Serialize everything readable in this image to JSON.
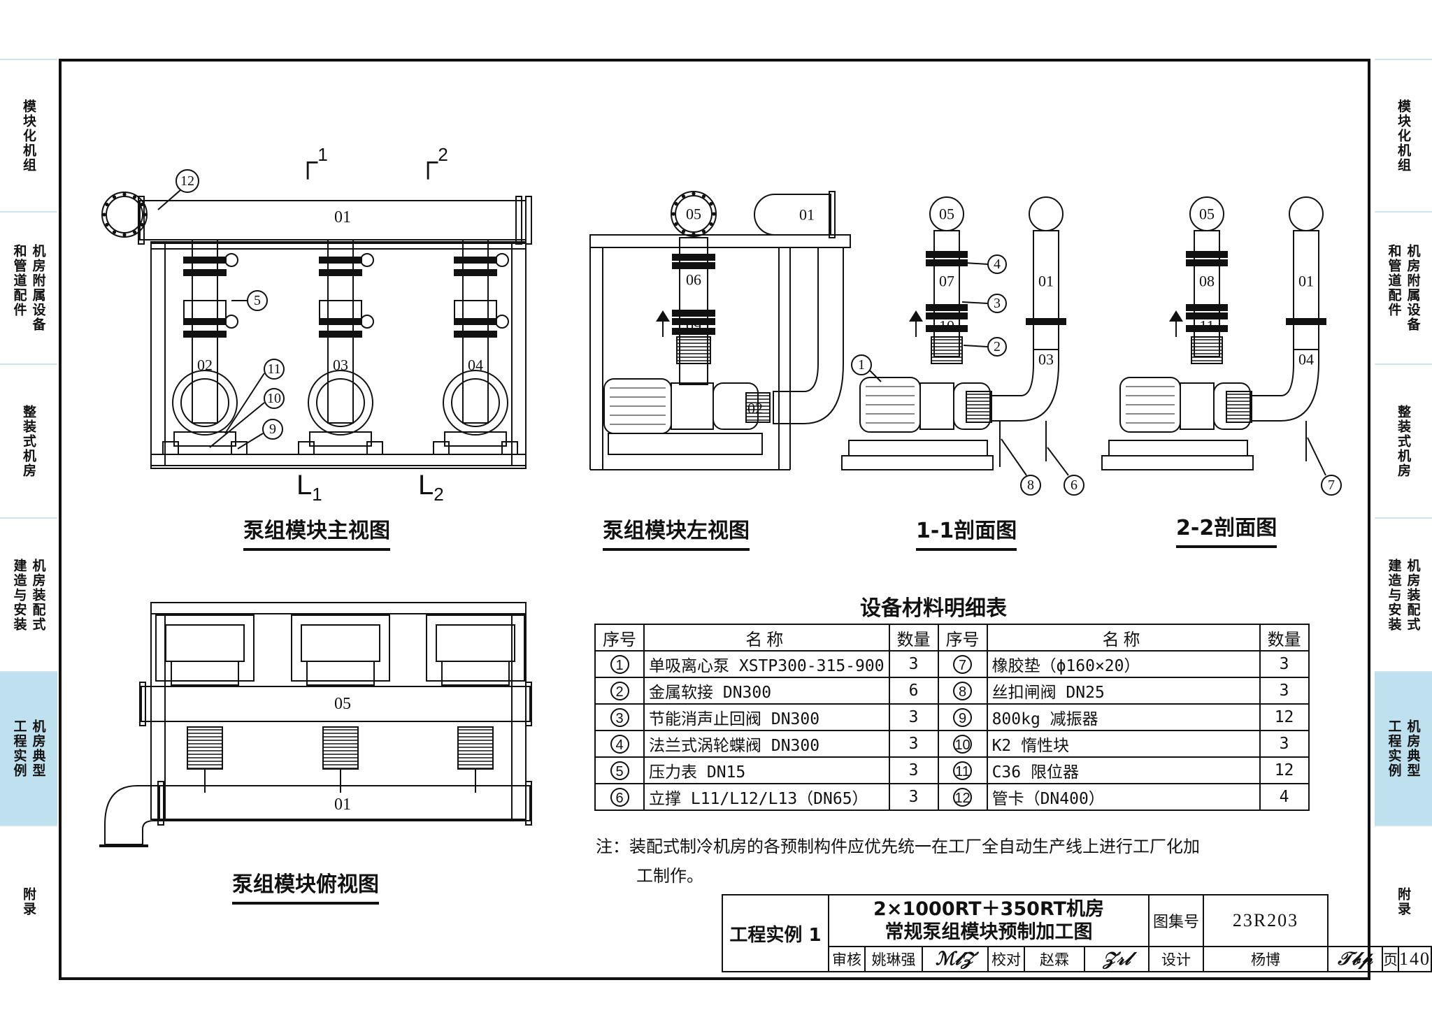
{
  "side_tabs": [
    "模块化机组",
    "机房附属设备和管道配件",
    "整装式机房",
    "机房装配式建造与安装",
    "机房典型工程实例",
    "附录"
  ],
  "active_tab_index": 4,
  "views": {
    "front": {
      "caption": "泵组模块主视图",
      "pipe_labels": [
        "01",
        "02",
        "03",
        "04"
      ],
      "callouts": [
        "12",
        "5",
        "11",
        "10",
        "9"
      ],
      "section_marks": [
        "1",
        "2"
      ],
      "cut_letter": "L"
    },
    "left": {
      "caption": "泵组模块左视图",
      "pipe_labels": [
        "05",
        "01",
        "06",
        "09",
        "02"
      ]
    },
    "sec1": {
      "caption": "1-1剖面图",
      "pipe_labels": [
        "05",
        "07",
        "10",
        "01",
        "03"
      ],
      "callouts": [
        "4",
        "3",
        "2",
        "1",
        "8",
        "6"
      ]
    },
    "sec2": {
      "caption": "2-2剖面图",
      "pipe_labels": [
        "05",
        "08",
        "11",
        "01",
        "04"
      ],
      "callouts": [
        "7"
      ]
    },
    "top": {
      "caption": "泵组模块俯视图",
      "pipe_labels": [
        "05",
        "01"
      ]
    }
  },
  "table": {
    "title": "设备材料明细表",
    "headers": [
      "序号",
      "名称",
      "数量",
      "序号",
      "名称",
      "数量"
    ],
    "rows": [
      [
        {
          "no": "1",
          "name": "单吸离心泵 XSTP300-315-900",
          "qty": "3"
        },
        {
          "no": "7",
          "name": "橡胶垫（ϕ160×20）",
          "qty": "3"
        }
      ],
      [
        {
          "no": "2",
          "name": "金属软接 DN300",
          "qty": "6"
        },
        {
          "no": "8",
          "name": "丝扣闸阀 DN25",
          "qty": "3"
        }
      ],
      [
        {
          "no": "3",
          "name": "节能消声止回阀 DN300",
          "qty": "3"
        },
        {
          "no": "9",
          "name": "800kg 减振器",
          "qty": "12"
        }
      ],
      [
        {
          "no": "4",
          "name": "法兰式涡轮蝶阀 DN300",
          "qty": "3"
        },
        {
          "no": "10",
          "name": "K2 惰性块",
          "qty": "3"
        }
      ],
      [
        {
          "no": "5",
          "name": "压力表 DN15",
          "qty": "3"
        },
        {
          "no": "11",
          "name": "C36 限位器",
          "qty": "12"
        }
      ],
      [
        {
          "no": "6",
          "name": "立撑 L11/L12/L13（DN65）",
          "qty": "3"
        },
        {
          "no": "12",
          "name": "管卡（DN400）",
          "qty": "4"
        }
      ]
    ]
  },
  "note": {
    "line1": "注：装配式制冷机房的各预制构件应优先统一在工厂全自动生产线上进行工厂化加",
    "line2": "工制作。"
  },
  "title_block": {
    "project": "工程实例 1",
    "title_line1": "2×1000RT＋350RT机房",
    "title_line2": "常规泵组模块预制加工图",
    "atlas_label": "图集号",
    "atlas_no": "23R203",
    "review_label": "审核",
    "reviewer": "姚琳强",
    "check_label": "校对",
    "checker": "赵霖",
    "design_label": "设计",
    "designer": "杨博",
    "page_label": "页",
    "page_no": "140"
  }
}
